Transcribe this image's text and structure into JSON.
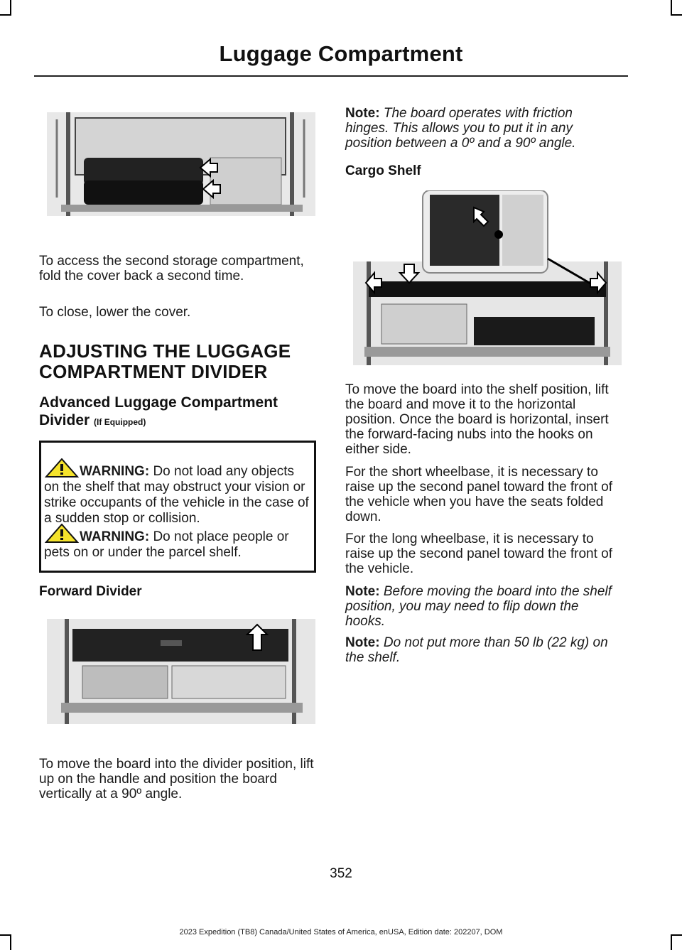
{
  "header": {
    "title": "Luggage Compartment"
  },
  "col_left": {
    "p1": "To access the second storage compartment, fold the cover back a second time.",
    "p2": "To close, lower the cover.",
    "h1_line1": "ADJUSTING THE LUGGAGE",
    "h1_line2": "COMPARTMENT DIVIDER",
    "h2_line1": "Advanced Luggage Compartment",
    "h2_line2": "Divider",
    "h2_suffix": "(If Equipped)",
    "warnings": [
      {
        "label": "WARNING:",
        "text": "Do not load any objects on the shelf that may obstruct your vision or strike occupants of the vehicle in the case of a sudden stop or collision."
      },
      {
        "label": "WARNING:",
        "text": "Do not place people or pets on or under the parcel shelf."
      }
    ],
    "h3": "Forward Divider",
    "p3": "To move the board into the divider position, lift up on the handle and position the board vertically at a 90º angle."
  },
  "col_right": {
    "note1_label": "Note:",
    "note1_text": "The board operates with friction hinges. This allows you to put it in any position between a 0º and a 90º angle.",
    "h3": "Cargo Shelf",
    "p1": "To move the board into the shelf position, lift the board and move it to the horizontal position. Once the board is horizontal, insert the forward-facing nubs into the hooks on either side.",
    "p2": "For the short wheelbase, it is necessary to raise up the second panel toward the front of the vehicle when you have the seats folded down.",
    "p3": "For the long wheelbase, it is necessary to raise up the second panel toward the front of the vehicle.",
    "note2_label": "Note:",
    "note2_text": "Before moving the board into the shelf position, you may need to flip down the hooks.",
    "note3_label": "Note:",
    "note3_text": "Do not put more than 50 lb (22 kg) on the shelf."
  },
  "page_number": "352",
  "footer": "2023 Expedition (TB8) Canada/United States of America, enUSA, Edition date: 202207, DOM"
}
